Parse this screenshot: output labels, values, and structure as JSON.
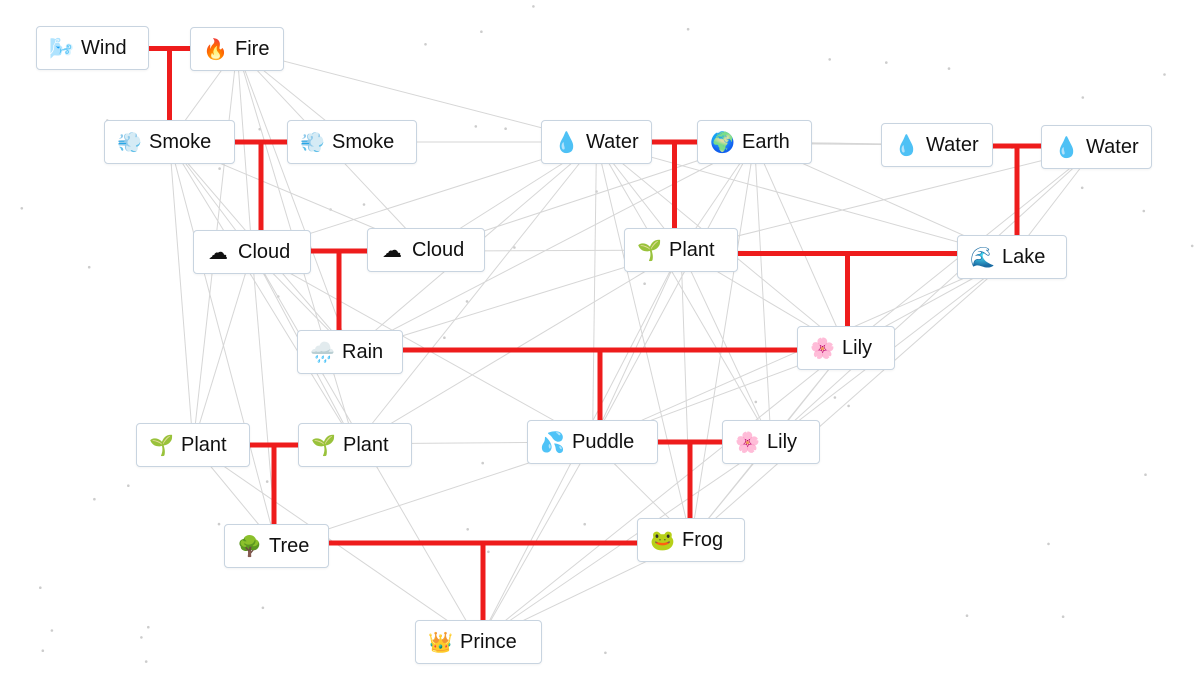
{
  "colors": {
    "recipe_line": "#ee1c1c",
    "faint_line": "#d6d6d6",
    "dot": "#cccccc",
    "tile_border": "#c8d4e0",
    "background": "#ffffff"
  },
  "elements": [
    {
      "id": "wind",
      "label": "Wind",
      "icon": "🌬️",
      "icon_name": "wind-icon"
    },
    {
      "id": "fire1",
      "label": "Fire",
      "icon": "🔥",
      "icon_name": "fire-icon"
    },
    {
      "id": "smoke1",
      "label": "Smoke",
      "icon": "💨",
      "icon_name": "smoke-icon"
    },
    {
      "id": "smoke2",
      "label": "Smoke",
      "icon": "💨",
      "icon_name": "smoke-icon"
    },
    {
      "id": "water1",
      "label": "Water",
      "icon": "💧",
      "icon_name": "water-drop-icon"
    },
    {
      "id": "earth",
      "label": "Earth",
      "icon": "🌍",
      "icon_name": "earth-icon"
    },
    {
      "id": "water2",
      "label": "Water",
      "icon": "💧",
      "icon_name": "water-drop-icon"
    },
    {
      "id": "water3",
      "label": "Water",
      "icon": "💧",
      "icon_name": "water-drop-icon"
    },
    {
      "id": "cloud1",
      "label": "Cloud",
      "icon": "☁",
      "icon_name": "cloud-icon"
    },
    {
      "id": "cloud2",
      "label": "Cloud",
      "icon": "☁",
      "icon_name": "cloud-icon"
    },
    {
      "id": "plant1",
      "label": "Plant",
      "icon": "🌱",
      "icon_name": "plant-icon"
    },
    {
      "id": "lake",
      "label": "Lake",
      "icon": "🌊",
      "icon_name": "lake-icon"
    },
    {
      "id": "rain",
      "label": "Rain",
      "icon": "🌧️",
      "icon_name": "rain-icon"
    },
    {
      "id": "lily1",
      "label": "Lily",
      "icon": "🌸",
      "icon_name": "lily-icon"
    },
    {
      "id": "plant2",
      "label": "Plant",
      "icon": "🌱",
      "icon_name": "plant-icon"
    },
    {
      "id": "plant3",
      "label": "Plant",
      "icon": "🌱",
      "icon_name": "plant-icon"
    },
    {
      "id": "puddle",
      "label": "Puddle",
      "icon": "💦",
      "icon_name": "puddle-icon"
    },
    {
      "id": "lily2",
      "label": "Lily",
      "icon": "🌸",
      "icon_name": "lily-icon"
    },
    {
      "id": "tree",
      "label": "Tree",
      "icon": "🌳",
      "icon_name": "tree-icon"
    },
    {
      "id": "frog",
      "label": "Frog",
      "icon": "🐸",
      "icon_name": "frog-icon"
    },
    {
      "id": "prince",
      "label": "Prince",
      "icon": "👑",
      "icon_name": "crown-icon"
    }
  ],
  "recipes": [
    {
      "inputs": [
        "wind",
        "fire1"
      ],
      "result": "smoke1"
    },
    {
      "inputs": [
        "smoke1",
        "smoke2"
      ],
      "result": "cloud1"
    },
    {
      "inputs": [
        "water1",
        "earth"
      ],
      "result": "plant1"
    },
    {
      "inputs": [
        "water2",
        "water3"
      ],
      "result": "lake"
    },
    {
      "inputs": [
        "cloud1",
        "cloud2"
      ],
      "result": "rain"
    },
    {
      "inputs": [
        "plant1",
        "lake"
      ],
      "result": "lily1"
    },
    {
      "inputs": [
        "rain",
        "lily1"
      ],
      "result": "puddle"
    },
    {
      "inputs": [
        "plant2",
        "plant3"
      ],
      "result": "tree"
    },
    {
      "inputs": [
        "puddle",
        "lily2"
      ],
      "result": "frog"
    },
    {
      "inputs": [
        "tree",
        "frog"
      ],
      "result": "prince"
    }
  ]
}
